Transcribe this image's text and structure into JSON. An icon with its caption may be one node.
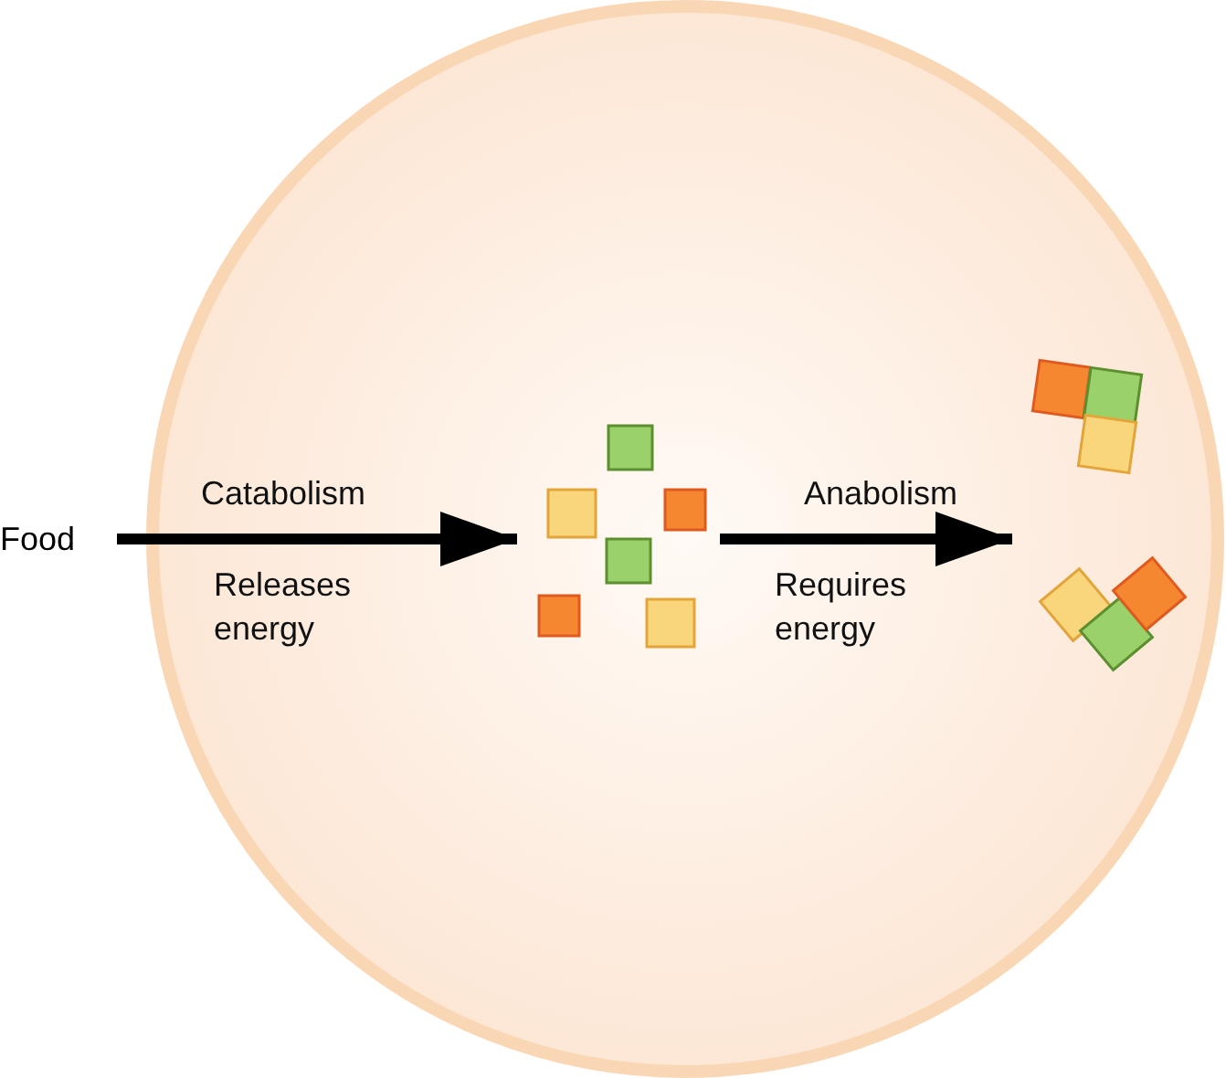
{
  "diagram": {
    "nodes": [
      {
        "text": [],
        "shape": "circle"
      },
      {
        "text": [
          "Food"
        ]
      },
      {
        "text": [],
        "shape": "picture",
        "in": 0
      },
      {
        "text": [],
        "shape": "picture",
        "in": 0
      }
    ],
    "edges": [
      {
        "from": 1,
        "to": 2,
        "arrow": "to",
        "label": "Catabolism"
      },
      {
        "from": 2,
        "to": 3,
        "arrow": "to",
        "label": "Anabolism"
      }
    ],
    "labels": [
      "Releases energy",
      "Requires energy"
    ]
  }
}
